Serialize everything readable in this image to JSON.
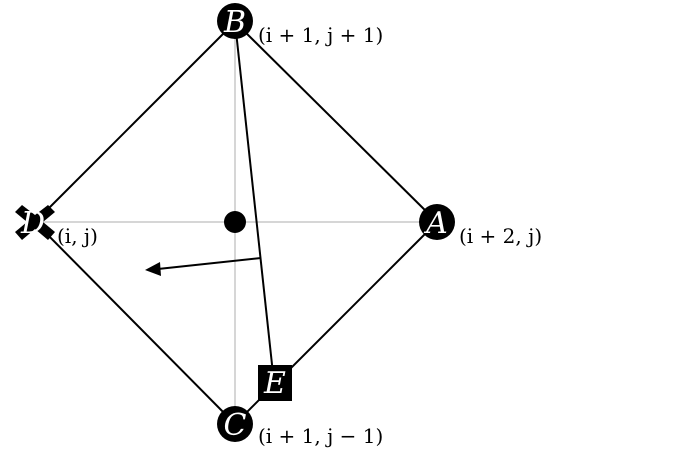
{
  "diagram": {
    "colors": {
      "edge": "#000000",
      "axis": "#c8c8c8",
      "node_fill": "#000000",
      "node_text": "#ffffff",
      "background": "#ffffff"
    },
    "nodes": {
      "A": {
        "label": "A",
        "shape": "circle",
        "coord_text": "(i + 2, j)"
      },
      "B": {
        "label": "B",
        "shape": "circle",
        "coord_text": "(i + 1, j + 1)"
      },
      "C": {
        "label": "C",
        "shape": "circle",
        "coord_text": "(i + 1, j − 1)"
      },
      "D": {
        "label": "D",
        "shape": "cross",
        "coord_text": "(i, j)"
      },
      "E": {
        "label": "E",
        "shape": "square"
      }
    },
    "center_marker": {
      "shape": "filled-circle"
    },
    "arrow": {
      "direction": "left",
      "shape": "arrow-icon"
    }
  }
}
